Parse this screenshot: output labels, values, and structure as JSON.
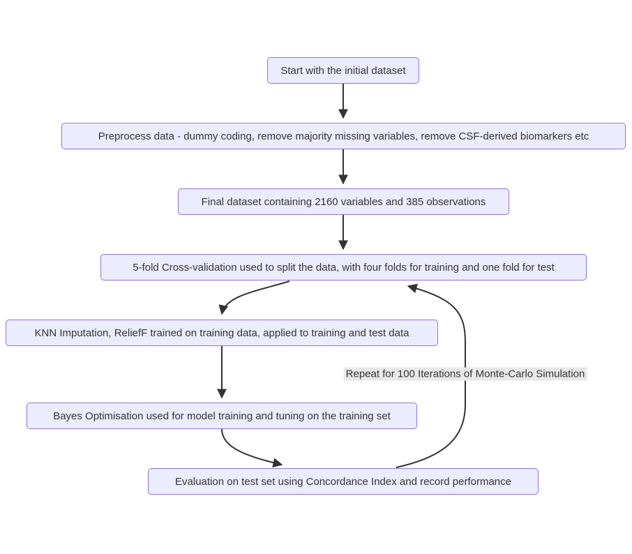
{
  "diagram": {
    "type": "flowchart",
    "direction": "top-down",
    "nodes": [
      {
        "id": "start",
        "label": "Start with the initial dataset"
      },
      {
        "id": "preprocess",
        "label": "Preprocess data - dummy coding, remove majority missing variables, remove CSF-derived biomarkers etc"
      },
      {
        "id": "final",
        "label": "Final dataset containing 2160 variables and 385 observations"
      },
      {
        "id": "cv",
        "label": "5-fold Cross-validation used to split the data, with four folds for training and one fold for test"
      },
      {
        "id": "knn",
        "label": "KNN Imputation, ReliefF trained on training data, applied to training and test data"
      },
      {
        "id": "bayes",
        "label": "Bayes Optimisation used for model training and tuning on the training set"
      },
      {
        "id": "eval",
        "label": "Evaluation on test set using Concordance Index and record performance"
      }
    ],
    "edges": [
      {
        "from": "start",
        "to": "preprocess"
      },
      {
        "from": "preprocess",
        "to": "final"
      },
      {
        "from": "final",
        "to": "cv"
      },
      {
        "from": "cv",
        "to": "knn"
      },
      {
        "from": "knn",
        "to": "bayes"
      },
      {
        "from": "bayes",
        "to": "eval"
      },
      {
        "from": "eval",
        "to": "cv",
        "label": "Repeat for 100 Iterations of Monte-Carlo Simulation"
      }
    ],
    "edge_label": "Repeat for 100 Iterations of Monte-Carlo Simulation",
    "colors": {
      "node_fill": "#ECECFF",
      "node_border": "#9370DB",
      "edge": "#333333",
      "text": "#333333",
      "label_bg": "#e8e8e8"
    }
  }
}
